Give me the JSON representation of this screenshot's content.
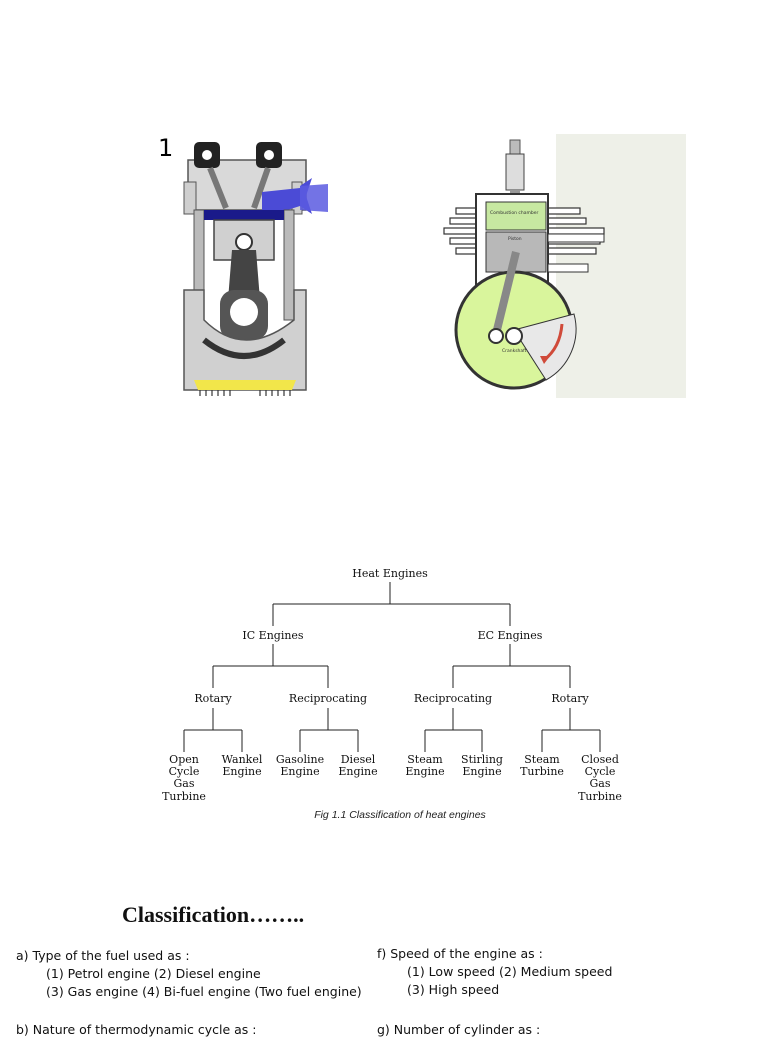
{
  "slide_number": "1",
  "engine_diagram_2": {
    "labels": {
      "combustion_chamber": "Combustion chamber",
      "piston": "Piston",
      "crankshaft": "Crankshaft"
    }
  },
  "classification_tree": {
    "root": "Heat Engines",
    "level1": [
      "IC Engines",
      "EC Engines"
    ],
    "level2": [
      "Rotary",
      "Reciprocating",
      "Reciprocating",
      "Rotary"
    ],
    "leaves": [
      [
        "Open",
        "Cycle",
        "Gas",
        "Turbine"
      ],
      [
        "Wankel",
        "Engine"
      ],
      [
        "Gasoline",
        "Engine"
      ],
      [
        "Diesel",
        "Engine"
      ],
      [
        "Steam",
        "Engine"
      ],
      [
        "Stirling",
        "Engine"
      ],
      [
        "Steam",
        "Turbine"
      ],
      [
        "Closed",
        "Cycle",
        "Gas",
        "Turbine"
      ]
    ],
    "caption": "Fig 1.1 Classification of heat engines"
  },
  "heading": "Classification……..",
  "left_column": {
    "a_title": "a) Type of the fuel used as :",
    "a_line1": "(1) Petrol engine (2) Diesel engine",
    "a_line2": "(3) Gas engine (4) Bi-fuel engine (Two fuel engine)",
    "b_title": "b) Nature of thermodynamic cycle as :"
  },
  "right_column": {
    "f_title": "f) Speed of the engine as :",
    "f_line1": "(1) Low speed (2) Medium speed",
    "f_line2": "(3) High speed",
    "g_title": "g) Number of cylinder as :"
  }
}
